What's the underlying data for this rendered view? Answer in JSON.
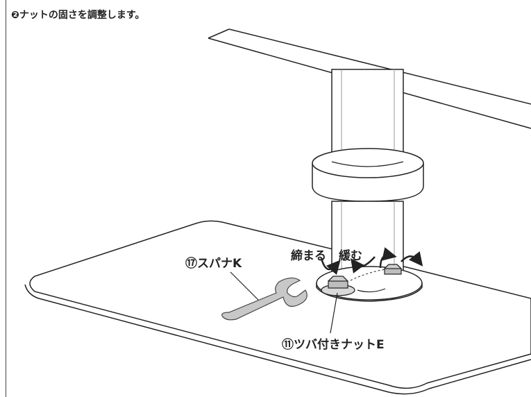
{
  "heading": "❷ナットの固さを調整します。",
  "labels": {
    "tighten": "締まる",
    "loosen": "緩む",
    "wrench": "⑰スパナK",
    "nut": "⑪ツバ付きナットE"
  }
}
